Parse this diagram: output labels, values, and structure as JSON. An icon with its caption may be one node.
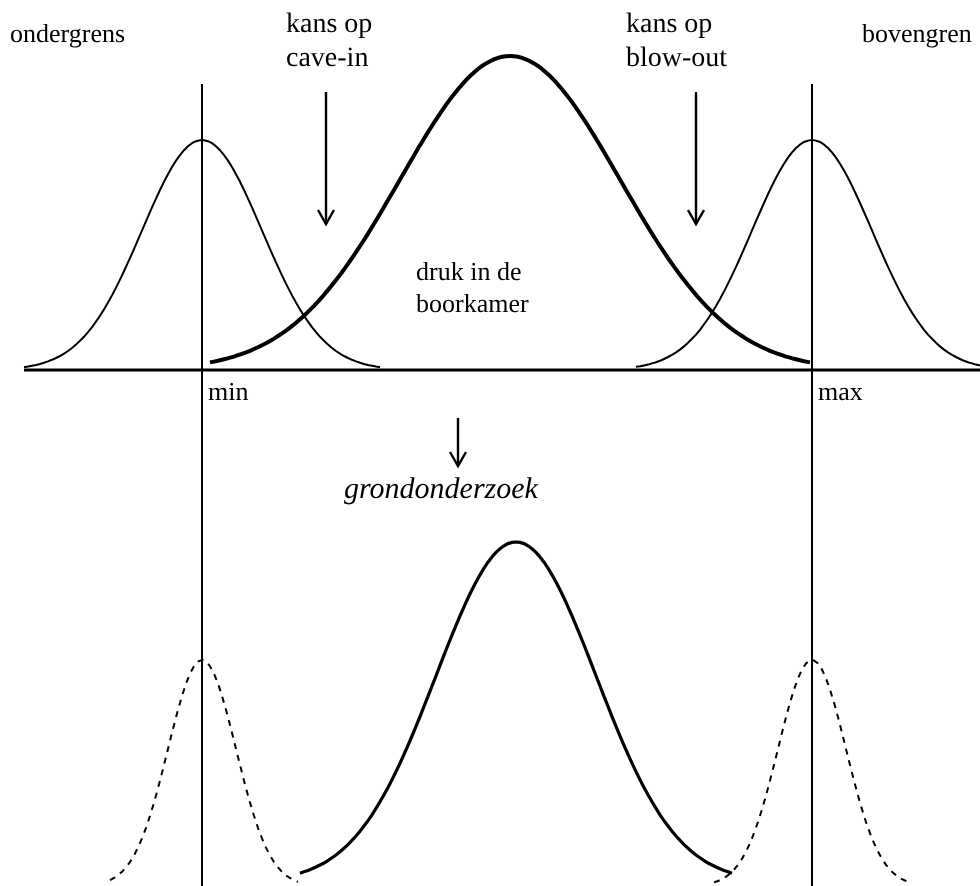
{
  "diagram": {
    "nodes": [
      {
        "text": [
          "kans op cave-in"
        ]
      },
      {
        "text": [
          "kans op blow-out"
        ]
      }
    ],
    "edges": [
      {
        "from": 0,
        "to": null,
        "arrow": "to"
      },
      {
        "from": 1,
        "to": null,
        "arrow": "to"
      }
    ],
    "labels": [
      "ondergrens",
      "bovengren",
      "druk in de boorkamer",
      "min",
      "max",
      "grondonderzoek"
    ]
  }
}
